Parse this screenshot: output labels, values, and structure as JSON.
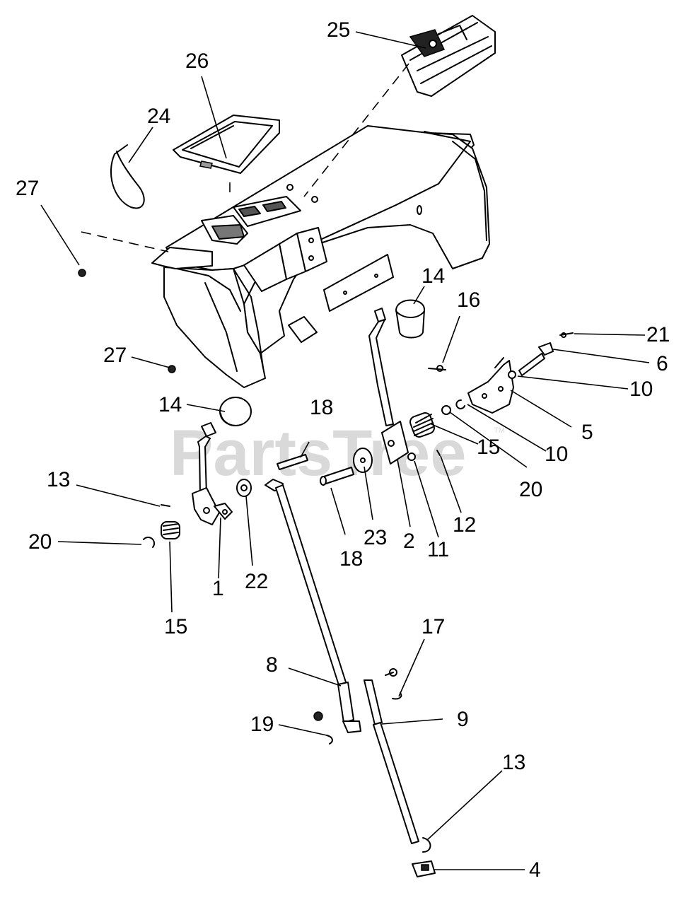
{
  "watermark": {
    "text": "PartsTree",
    "tm": "TM"
  },
  "labels": {
    "l25": "25",
    "l26": "26",
    "l24": "24",
    "l27a": "27",
    "l27b": "27",
    "l14a": "14",
    "l14b": "14",
    "l16": "16",
    "l21": "21",
    "l6": "6",
    "l10a": "10",
    "l10b": "10",
    "l5": "5",
    "l15a": "15",
    "l15b": "15",
    "l20a": "20",
    "l20b": "20",
    "l18a": "18",
    "l18b": "18",
    "l13a": "13",
    "l13b": "13",
    "l1": "1",
    "l22": "22",
    "l23": "23",
    "l2": "2",
    "l11": "11",
    "l12": "12",
    "l17": "17",
    "l8": "8",
    "l9": "9",
    "l19": "19",
    "l4": "4"
  }
}
